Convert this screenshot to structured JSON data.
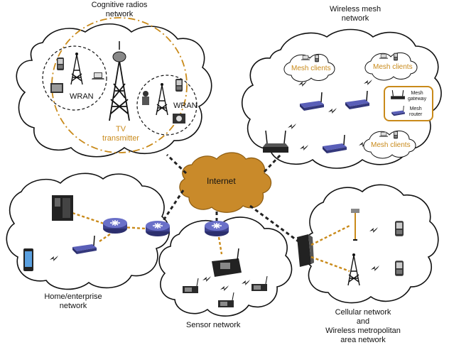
{
  "diagram": {
    "clouds": {
      "cognitive": {
        "title_line1": "Cognitive radios",
        "title_line2": "network",
        "wran_left": "WRAN",
        "wran_right": "WRAN",
        "tv_line1": "TV",
        "tv_line2": "transmitter"
      },
      "mesh": {
        "title_line1": "Wireless mesh",
        "title_line2": "network",
        "clients_1": "Mesh clients",
        "clients_2": "Mesh clients",
        "clients_3": "Mesh clients",
        "legend_gateway_line1": "Mesh",
        "legend_gateway_line2": "gateway",
        "legend_router_line1": "Mesh",
        "legend_router_line2": "router"
      },
      "home": {
        "title_line1": "Home/enterprise",
        "title_line2": "network"
      },
      "sensor": {
        "title": "Sensor network"
      },
      "cellular": {
        "title_line1": "Cellular network",
        "title_line2": "and",
        "title_line3": "Wireless metropolitan",
        "title_line4": "area network"
      },
      "internet": {
        "label": "Internet"
      }
    },
    "colors": {
      "cloud_stroke": "#111111",
      "internet_fill": "#c98a2a",
      "accent_orange": "#c98a1a",
      "router_blue": "#4a4e9a",
      "link_dark": "#222222"
    }
  }
}
